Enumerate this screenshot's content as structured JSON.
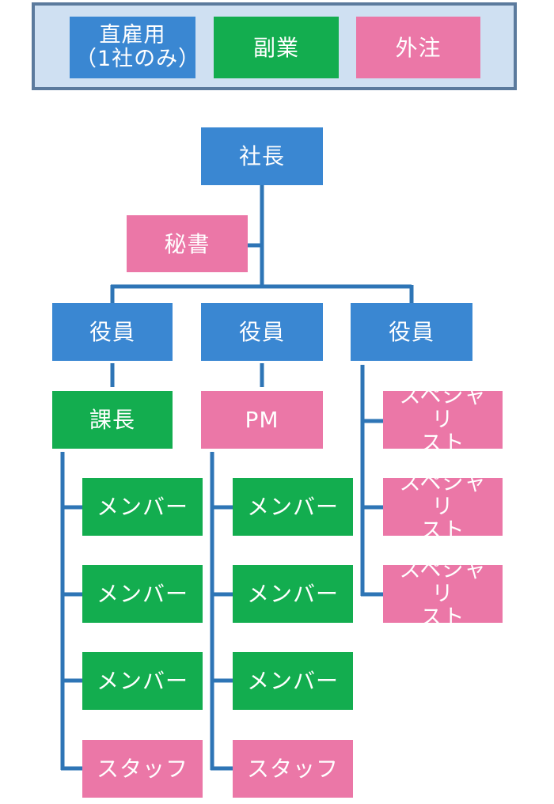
{
  "colors": {
    "direct_hire": "#3a87d2",
    "side_job": "#13ad4f",
    "outsourced": "#eb77a7",
    "connector": "#2e75b6",
    "legend_background": "#cfe0f2",
    "legend_border": "#5b7a9d"
  },
  "legend": {
    "direct_hire": "直雇用\n（1社のみ）",
    "side_job": "副業",
    "outsourced": "外注"
  },
  "org": {
    "president": "社長",
    "secretary": "秘書",
    "executives": [
      {
        "label": "役員",
        "head": "課長",
        "members": [
          "メンバー",
          "メンバー",
          "メンバー",
          "スタッフ"
        ]
      },
      {
        "label": "役員",
        "head": "PM",
        "members": [
          "メンバー",
          "メンバー",
          "メンバー",
          "スタッフ"
        ]
      },
      {
        "label": "役員",
        "members": [
          "スペシャリ\nスト",
          "スペシャリ\nスト",
          "スペシャリ\nスト"
        ]
      }
    ]
  }
}
